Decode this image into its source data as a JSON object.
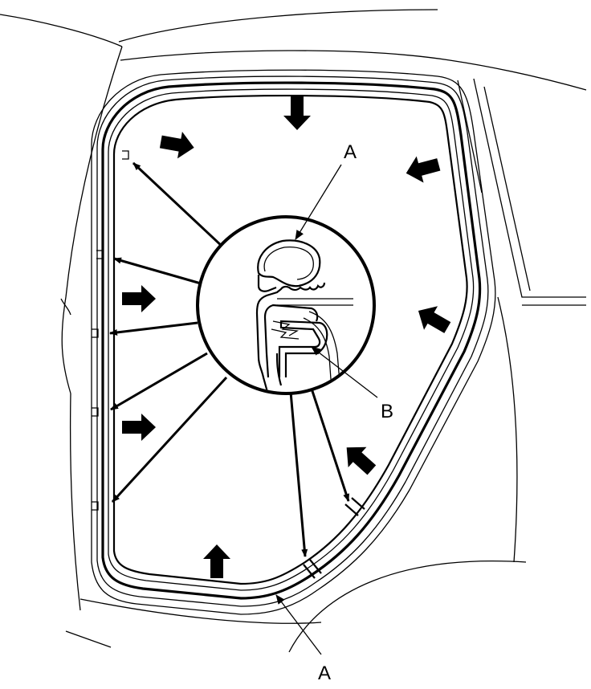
{
  "labels": {
    "seal_label_top": "A",
    "seal_label_bottom": "A",
    "flange_label": "B"
  },
  "colors": {
    "line": "#000000",
    "background": "#ffffff"
  },
  "icons": [
    "press-direction-arrow",
    "clip-marker"
  ]
}
